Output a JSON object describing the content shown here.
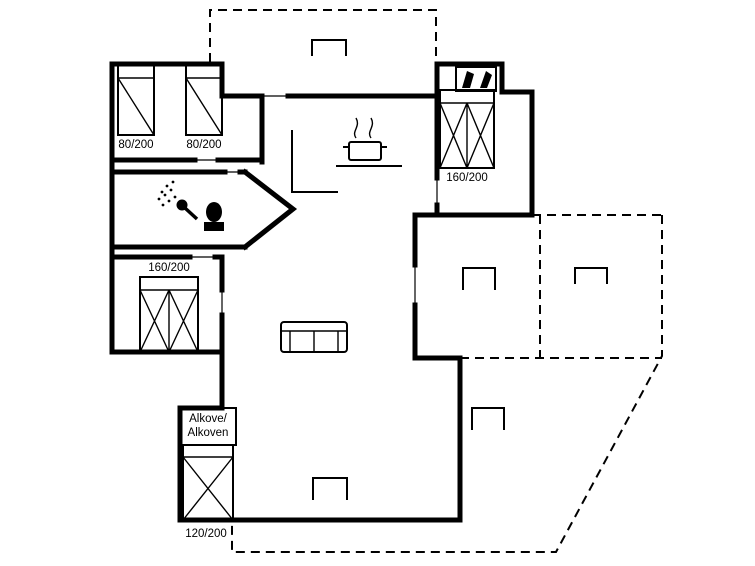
{
  "plan": {
    "background_color": "#ffffff",
    "line_color": "#000000",
    "bedroom_top_left": {
      "bed_left_size": "80/200",
      "bed_right_size": "80/200"
    },
    "bedroom_top_right": {
      "bed_size": "160/200"
    },
    "bedroom_middle_left": {
      "bed_size": "160/200"
    },
    "alcove": {
      "label_line_1": "Alkove/",
      "label_line_2": "Alkoven",
      "bed_size": "120/200"
    }
  }
}
